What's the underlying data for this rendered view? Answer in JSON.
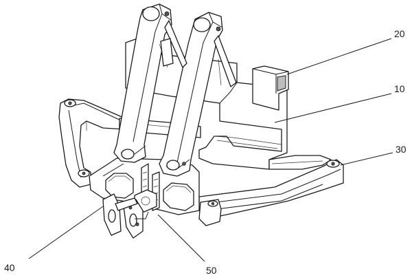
{
  "labels": {
    "ref_20": "20",
    "ref_10": "10",
    "ref_30": "30",
    "ref_40": "40",
    "ref_50": "50"
  },
  "colors": {
    "line": "#1a1a1a",
    "fill": "#ffffff",
    "shade": "#bdbdbd"
  }
}
